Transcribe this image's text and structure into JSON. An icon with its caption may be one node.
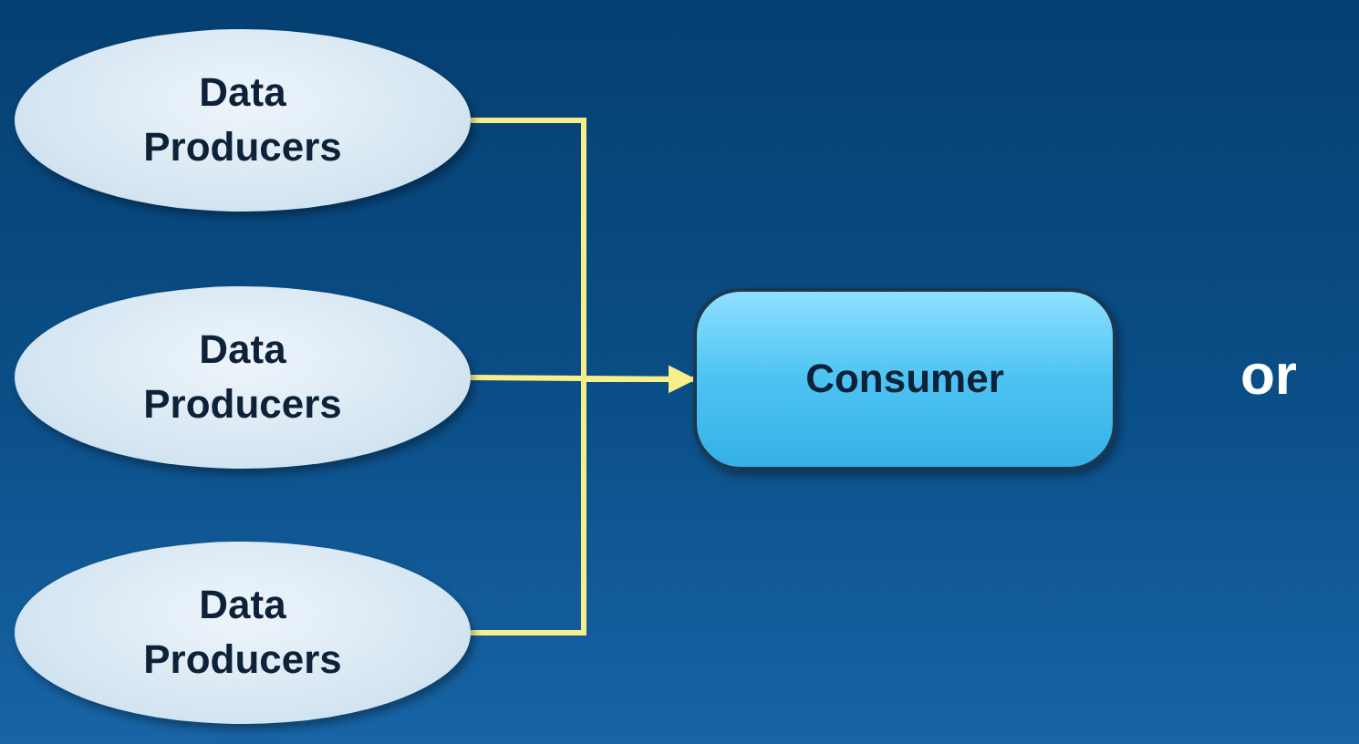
{
  "diagram": {
    "nodes": [
      {
        "text": [
          "Data Producers"
        ]
      },
      {
        "text": [
          "Data Producers"
        ]
      },
      {
        "text": [
          "Data Producers"
        ]
      },
      {
        "text": [
          "Consumer"
        ]
      }
    ],
    "edges": [
      {
        "from": 0,
        "to": 3,
        "arrow": "to"
      },
      {
        "from": 1,
        "to": 3,
        "arrow": "to"
      },
      {
        "from": 2,
        "to": 3,
        "arrow": "to"
      }
    ],
    "labels": [
      "or"
    ]
  }
}
